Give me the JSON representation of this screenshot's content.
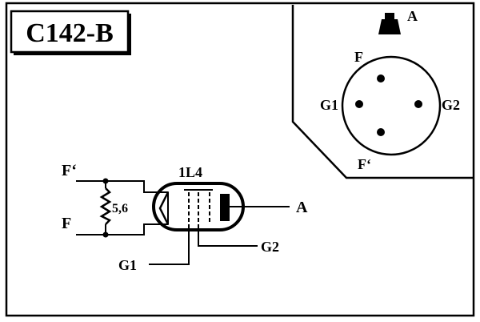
{
  "code_label": "C142-B",
  "tube": {
    "type": "1L4",
    "resistor_value": "5,6",
    "left_top_label": "F‘",
    "left_bottom_label": "F",
    "anode_label": "A",
    "g1_label": "G1",
    "g2_label": "G2"
  },
  "socket": {
    "anode_label": "A",
    "pin_top": "F",
    "pin_left": "G1",
    "pin_right": "G2",
    "pin_bottom": "F‘"
  },
  "colors": {
    "line": "#000000",
    "background": "#ffffff"
  }
}
